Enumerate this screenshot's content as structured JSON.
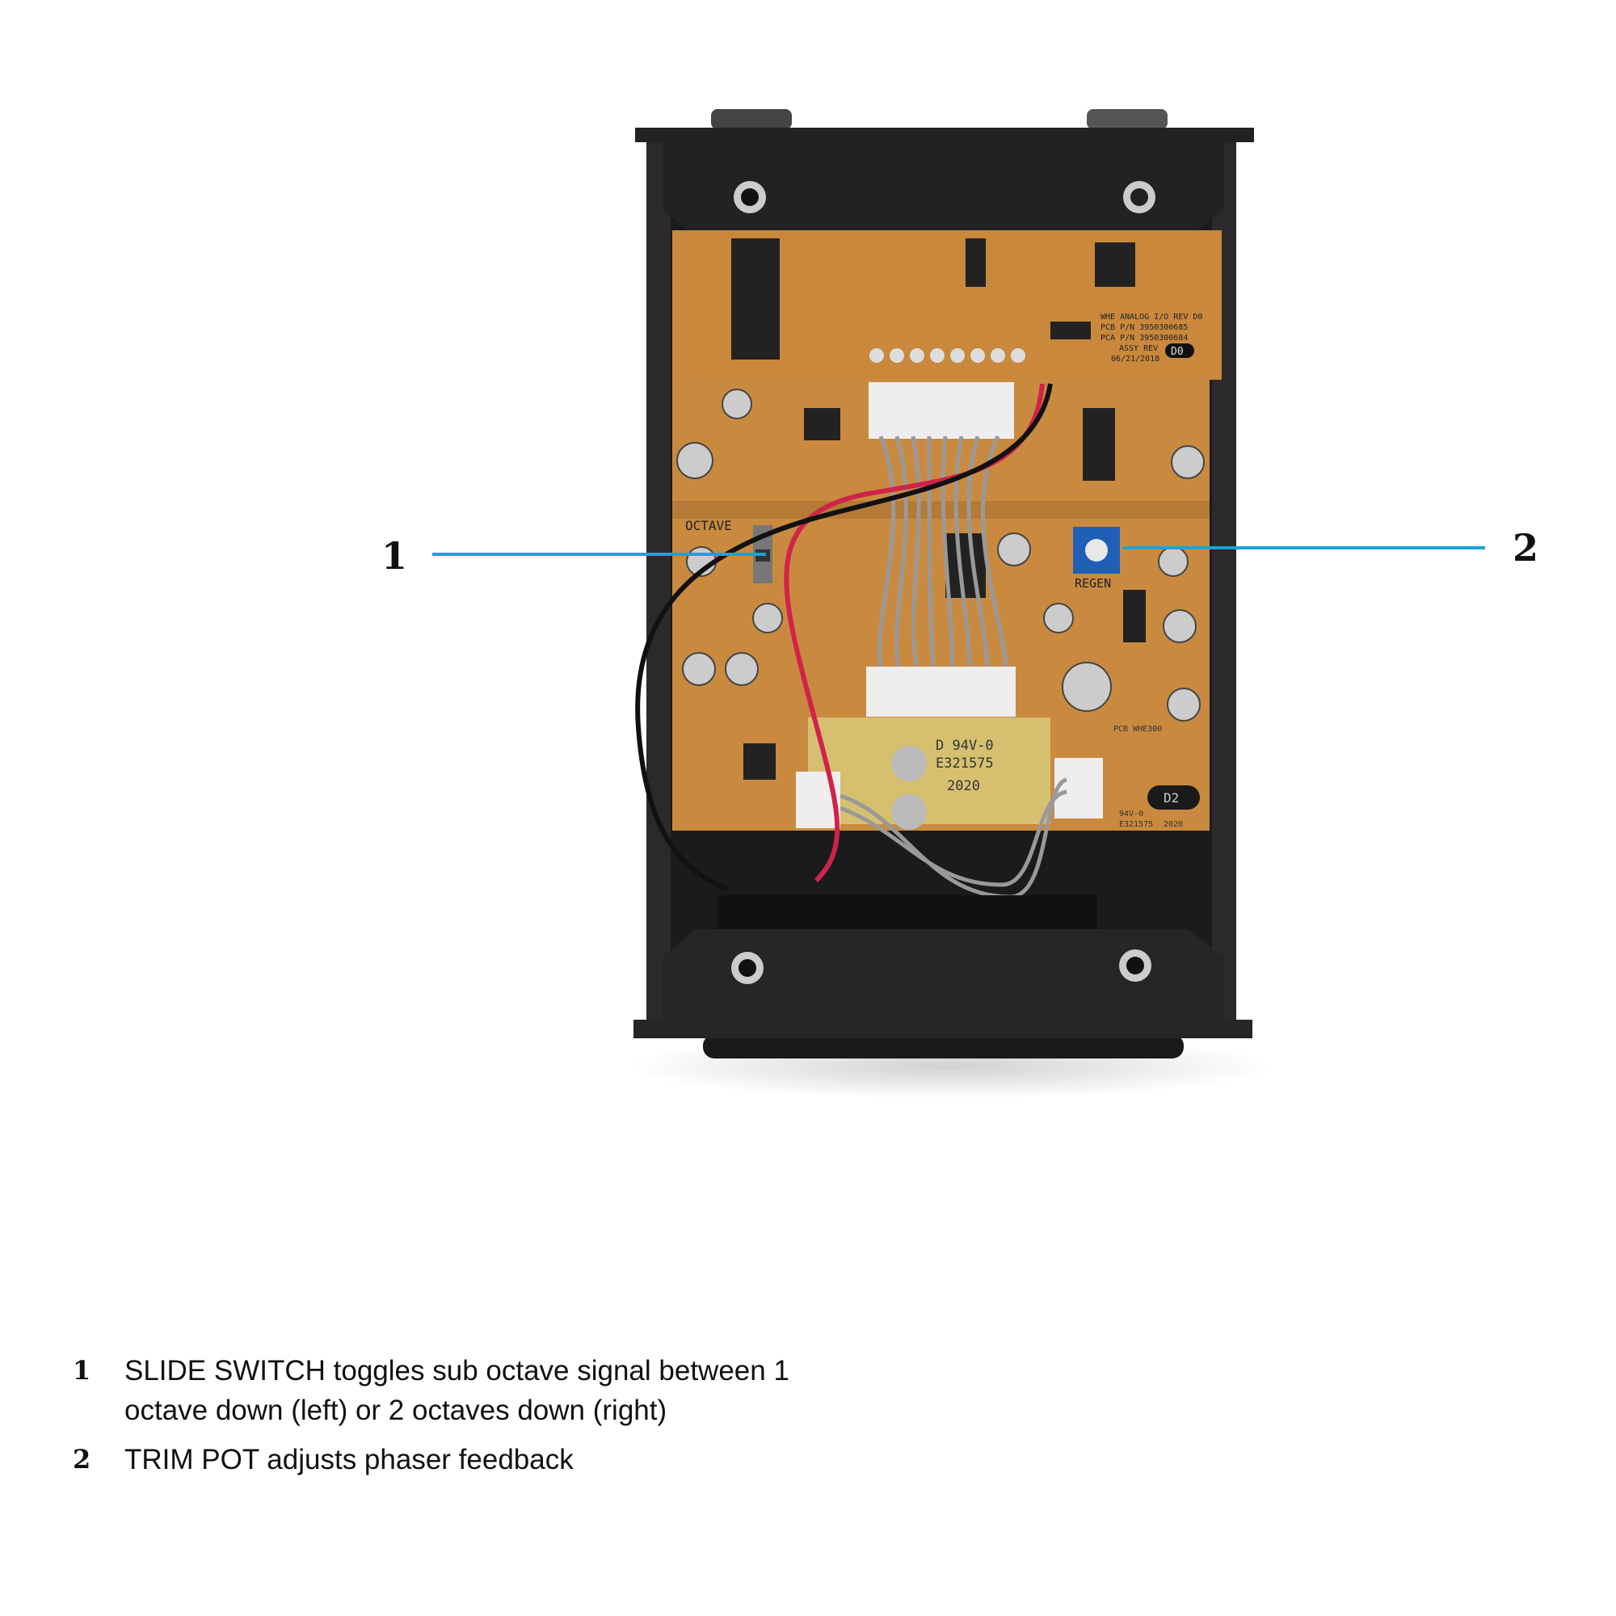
{
  "figure": {
    "callouts": [
      {
        "number": "1",
        "target": "slide switch",
        "color": "#1aa3d6"
      },
      {
        "number": "2",
        "target": "trim pot",
        "color": "#1aa3d6"
      }
    ],
    "board_markings": {
      "switch_label": "OCTAVE",
      "trim_label": "REGEN",
      "top_board_text": [
        "WHE ANALOG I/O REV D0",
        "PCB P/N 3950300685",
        "PCA P/N 3950300684",
        "ASSY REV",
        "06/21/2018",
        "D0"
      ],
      "cover_text": [
        "D 94V-0",
        "E321575",
        "2020"
      ],
      "lower_right_text": [
        "PCB WHE300",
        "D2",
        "94V-0",
        "E321575",
        "2020"
      ]
    }
  },
  "legend": [
    {
      "number": "1",
      "text": "SLIDE SWITCH toggles sub octave signal between 1 octave down (left) or 2 octaves down (right)"
    },
    {
      "number": "2",
      "text": "TRIM POT adjusts phaser feedback"
    }
  ]
}
